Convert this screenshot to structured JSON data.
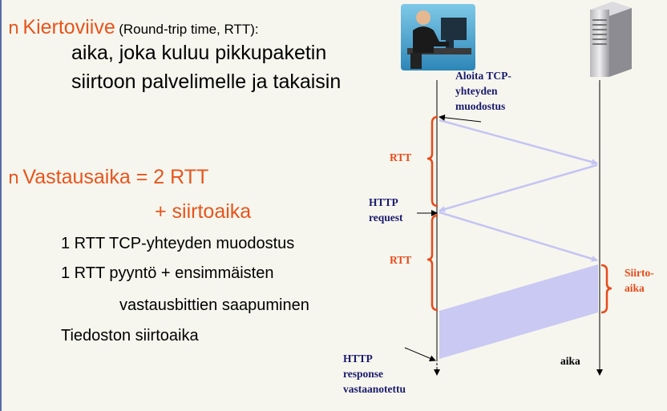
{
  "slide": {
    "bullet_glyph": "n",
    "b1_title": "Kiertoviive",
    "b1_paren": "(Round-trip time, RTT):",
    "b1_line1": "aika, joka kuluu pikkupaketin",
    "b1_line2": "siirtoon palvelimelle ja takaisin",
    "b2_title": "Vastausaika = 2 RTT",
    "b2_title_cont": "+ siirtoaika",
    "item1": "1 RTT TCP-yhteyden muodostus",
    "item2": "1 RTT pyyntö + ensimmäisten",
    "item2_cont": "vastausbittien saapuminen",
    "item3": "Tiedoston siirtoaika"
  },
  "diagram": {
    "label_tcp": [
      "Aloita TCP-",
      "yhteyden",
      "muodostus"
    ],
    "label_rtt1": "RTT",
    "label_http_request": [
      "HTTP",
      "request"
    ],
    "label_rtt2": "RTT",
    "label_siirtoaika": [
      "Siirto-",
      "aika"
    ],
    "label_http_response": [
      "HTTP",
      "response",
      "vastaanotettu"
    ],
    "label_aika": "aika",
    "icons": [
      "person-at-computer-icon",
      "server-tower-icon"
    ],
    "colors": {
      "accent_orange": "#e8541c",
      "label_navy": "#1a1a6e",
      "arrow_lavender": "#c4c4f4",
      "transfer_fill": "#c9c9f3"
    }
  }
}
